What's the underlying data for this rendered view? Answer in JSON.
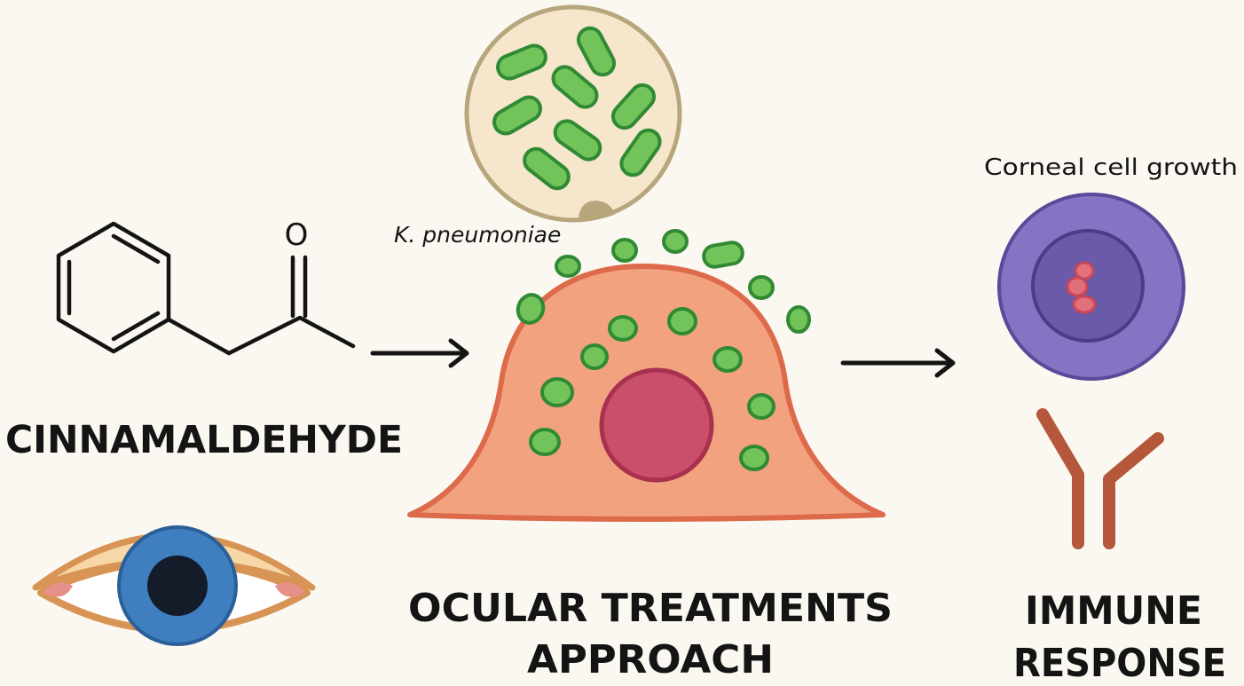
{
  "labels": {
    "molecule_name": "CINNAMALDEHYDE",
    "carbonyl_oxygen": "O",
    "bacteria_name": "K. pneumoniae",
    "corneal_growth": "Corneal cell growth",
    "center_line1": "OCULAR TREATMENTS",
    "center_line2": "APPROACH",
    "right_line1": "IMMUNE",
    "right_line2": "RESPONSE"
  },
  "colors": {
    "background": "#fbf8f1",
    "ink": "#141414",
    "bacteria_fill": "#72c35a",
    "bacteria_stroke": "#2f8a33",
    "petri_fill": "#f5e6cc",
    "petri_stroke": "#b7a67c",
    "cell_fill": "#f2a27e",
    "cell_stroke": "#dd6a4a",
    "nucleus_fill": "#c94f6b",
    "nucleus_stroke": "#a8314f",
    "corneal_outer": "#8574c4",
    "corneal_inner": "#6a5aa8",
    "corneal_core": "#e2707a",
    "antibody": "#b4573a",
    "iris": "#3f7fbf",
    "pupil": "#141c2a",
    "eyelid": "#d89455"
  },
  "icons": [
    "benzene-ring-icon",
    "petri-dish-icon",
    "host-cell-icon",
    "corneal-cell-icon",
    "antibody-icon",
    "eye-icon"
  ]
}
